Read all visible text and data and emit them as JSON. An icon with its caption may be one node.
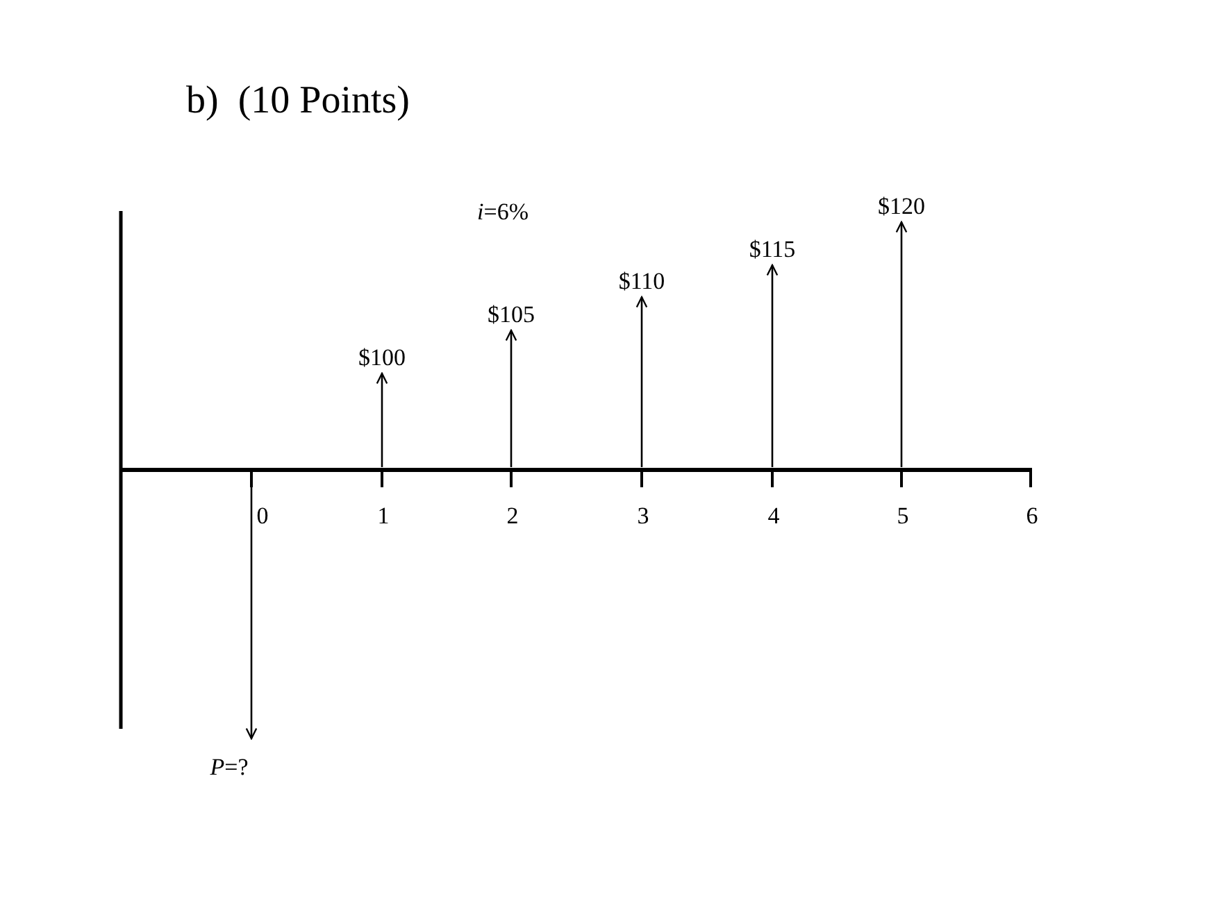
{
  "diagram": {
    "title": "b)  (10 Points)",
    "nodes": [
      {
        "text": [
          "$100"
        ]
      },
      {
        "text": [
          "$105"
        ]
      },
      {
        "text": [
          "$110"
        ]
      },
      {
        "text": [
          "$115"
        ]
      },
      {
        "text": [
          "$120"
        ]
      },
      {
        "text": [
          "*P*=?"
        ]
      },
      {
        "text": [],
        "shape": "line"
      }
    ],
    "edges": [
      {
        "from": 6,
        "to": 0,
        "arrow": "to"
      },
      {
        "from": 6,
        "to": 1,
        "arrow": "to"
      },
      {
        "from": 6,
        "to": 2,
        "arrow": "to"
      },
      {
        "from": 6,
        "to": 3,
        "arrow": "to"
      },
      {
        "from": 6,
        "to": 4,
        "arrow": "to"
      },
      {
        "from": 6,
        "to": 5,
        "arrow": "to"
      }
    ],
    "labels": [
      "*i*=6%",
      "0",
      "1",
      "2",
      "3",
      "4",
      "5",
      "6"
    ]
  }
}
